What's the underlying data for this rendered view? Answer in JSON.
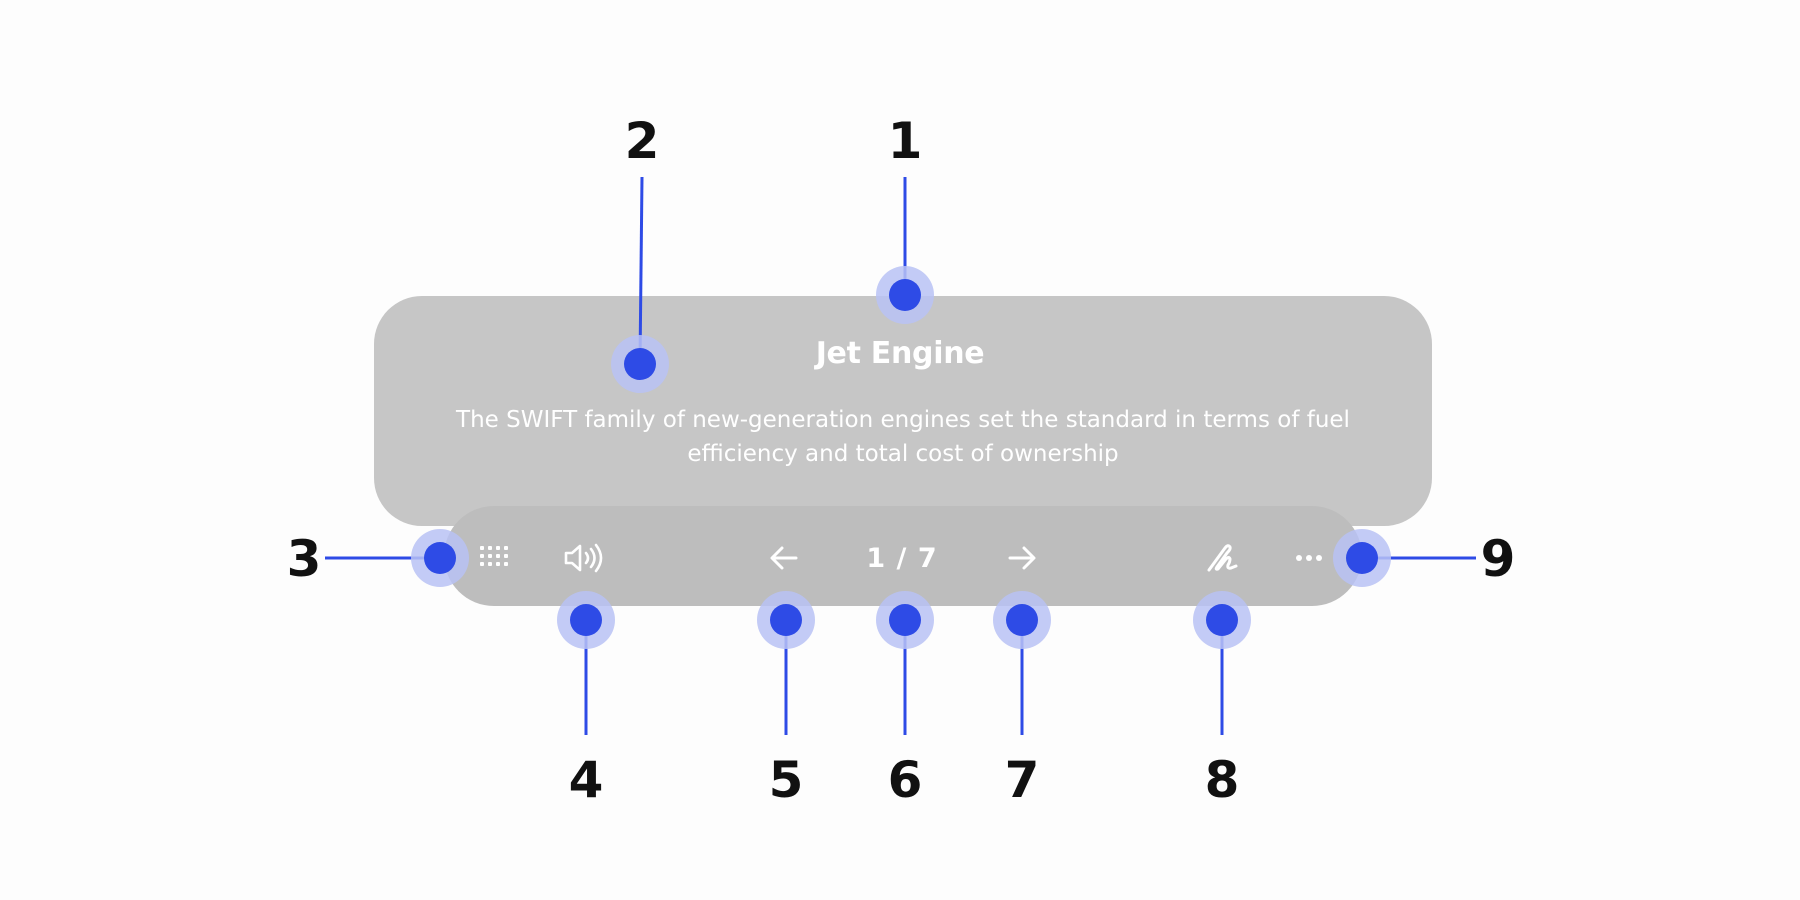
{
  "card": {
    "title": "Jet Engine",
    "description": "The SWIFT family of new-generation engines set the standard in terms of fuel efficiency and total cost of ownership"
  },
  "toolbar": {
    "items": [
      {
        "icon": "grid-icon"
      },
      {
        "icon": "speaker-icon"
      },
      {
        "icon": "arrow-left-icon"
      },
      {
        "icon": "page-indicator",
        "label": "1 / 7"
      },
      {
        "icon": "arrow-right-icon"
      },
      {
        "icon": "pen-icon"
      },
      {
        "icon": "more-icon"
      }
    ]
  },
  "callouts": {
    "c1": "1",
    "c2": "2",
    "c3": "3",
    "c4": "4",
    "c5": "5",
    "c6": "6",
    "c7": "7",
    "c8": "8",
    "c9": "9"
  },
  "colors": {
    "card": "#c6c6c6",
    "toolbar": "#bdbdbd",
    "callout_blue": "#2e4be6",
    "callout_halo": "#b8c2f4",
    "text": "#ffffff",
    "number_text": "#111111"
  }
}
